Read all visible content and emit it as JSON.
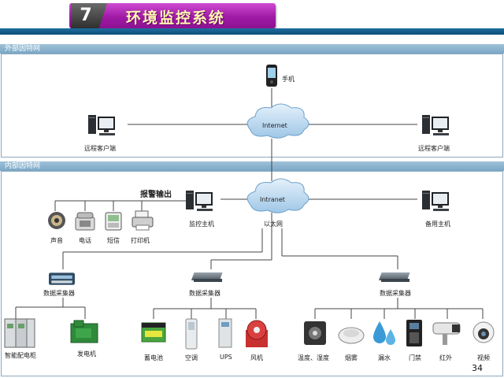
{
  "slide": {
    "number": "7",
    "title": "环境监控系统",
    "page": "34"
  },
  "zones": {
    "external": "外部因特网",
    "internal": "内部因特网"
  },
  "clouds": {
    "internet": "Internet",
    "intranet": "Intranet"
  },
  "nodes": {
    "phone": "手机",
    "remote_left": "远程客户端",
    "remote_right": "远程客户端",
    "alarm_output": "报警输出",
    "monitor_host": "监控主机",
    "backup_host": "备用主机",
    "ethernet": "以太网",
    "collectors": [
      "数据采集器",
      "数据采集器",
      "数据采集器"
    ]
  },
  "alarm_devices": [
    "声音",
    "电话",
    "短信",
    "打印机"
  ],
  "group1_devices": [
    "智能配电柜",
    "发电机"
  ],
  "group2_devices": [
    "蓄电池",
    "空调",
    "UPS",
    "风机"
  ],
  "group3_devices": [
    "温度、湿度",
    "烟雾",
    "漏水",
    "门禁",
    "红外",
    "视频"
  ],
  "colors": {
    "title_purple": "#a01aa6",
    "band_blue": "#0b4d78",
    "cloud_blue": "#bcd8ee",
    "zone_header": "#8fb4cf"
  }
}
